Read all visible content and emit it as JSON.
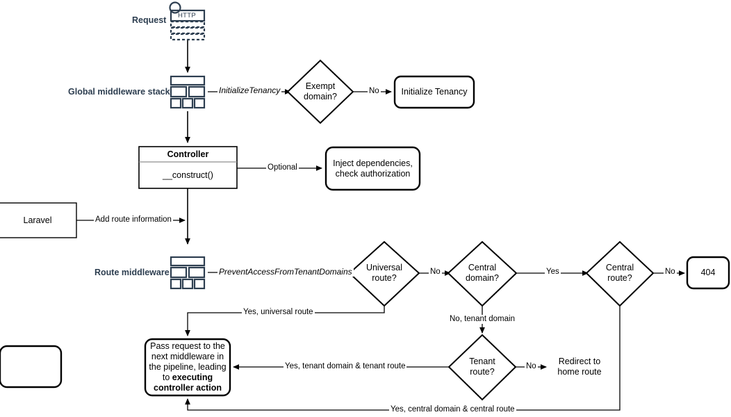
{
  "diagram": {
    "title": "Laravel multi-tenancy request lifecycle flowchart",
    "colors": {
      "icon_stroke": "#2d3e50",
      "label_text": "#2d3e50",
      "line": "#000000",
      "node_fill": "#ffffff"
    }
  },
  "side_labels": {
    "request": "Request",
    "global_middleware": "Global middleware stack",
    "route_middleware": "Route middleware"
  },
  "icons": {
    "http_badge": "HTTP",
    "request_icon": "http-request-icon",
    "stack_icon": "middleware-stack-icon"
  },
  "nodes": {
    "controller": {
      "title": "Controller",
      "method": "__construct()"
    },
    "exempt_domain": "Exempt\ndomain?",
    "exempt_domain_l1": "Exempt",
    "exempt_domain_l2": "domain?",
    "initialize_tenancy": "Initialize Tenancy",
    "inject_deps_l1": "Inject dependencies,",
    "inject_deps_l2": "check authorization",
    "laravel": "Laravel",
    "universal_route_l1": "Universal",
    "universal_route_l2": "route?",
    "central_domain_l1": "Central",
    "central_domain_l2": "domain?",
    "central_route_l1": "Central",
    "central_route_l2": "route?",
    "not_found": "404",
    "tenant_route_l1": "Tenant",
    "tenant_route_l2": "route?",
    "redirect_home_l1": "Redirect to",
    "redirect_home_l2": "home route",
    "pass_request": {
      "line1": "Pass request to the",
      "line2": "next middleware in",
      "line3": "the pipeline, leading",
      "line4": "to ",
      "line4_bold": "executing",
      "line5_bold": "controller action"
    }
  },
  "edges": {
    "initialize_tenancy_mw": "InitializeTenancy",
    "exempt_no": "No",
    "optional": "Optional",
    "add_route_info": "Add route information",
    "prevent_access": "PreventAccessFromTenantDomains",
    "universal_no": "No",
    "central_domain_yes": "Yes",
    "central_route_no": "No",
    "central_domain_no_tenant": "No, tenant domain",
    "tenant_route_no": "No",
    "yes_universal_route": "Yes, universal route",
    "yes_tenant_domain_tenant_route": "Yes, tenant domain & tenant route",
    "yes_central_domain_central_route": "Yes, central domain & central route"
  }
}
